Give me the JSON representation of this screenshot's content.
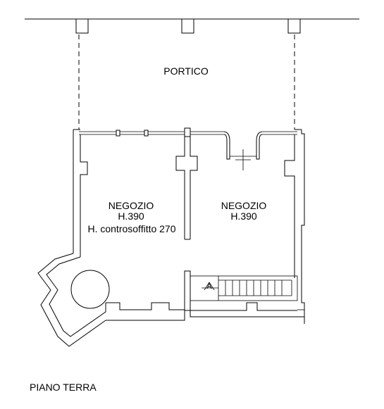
{
  "labels": {
    "portico": "PORTICO",
    "shop_left_name": "NEGOZIO",
    "shop_left_height": "H.390",
    "shop_left_ceiling": "H. controsoffitto 270",
    "shop_right_name": "NEGOZIO",
    "shop_right_height": "H.390",
    "stair_mark": "A",
    "floor_name": "PIANO TERRA"
  }
}
